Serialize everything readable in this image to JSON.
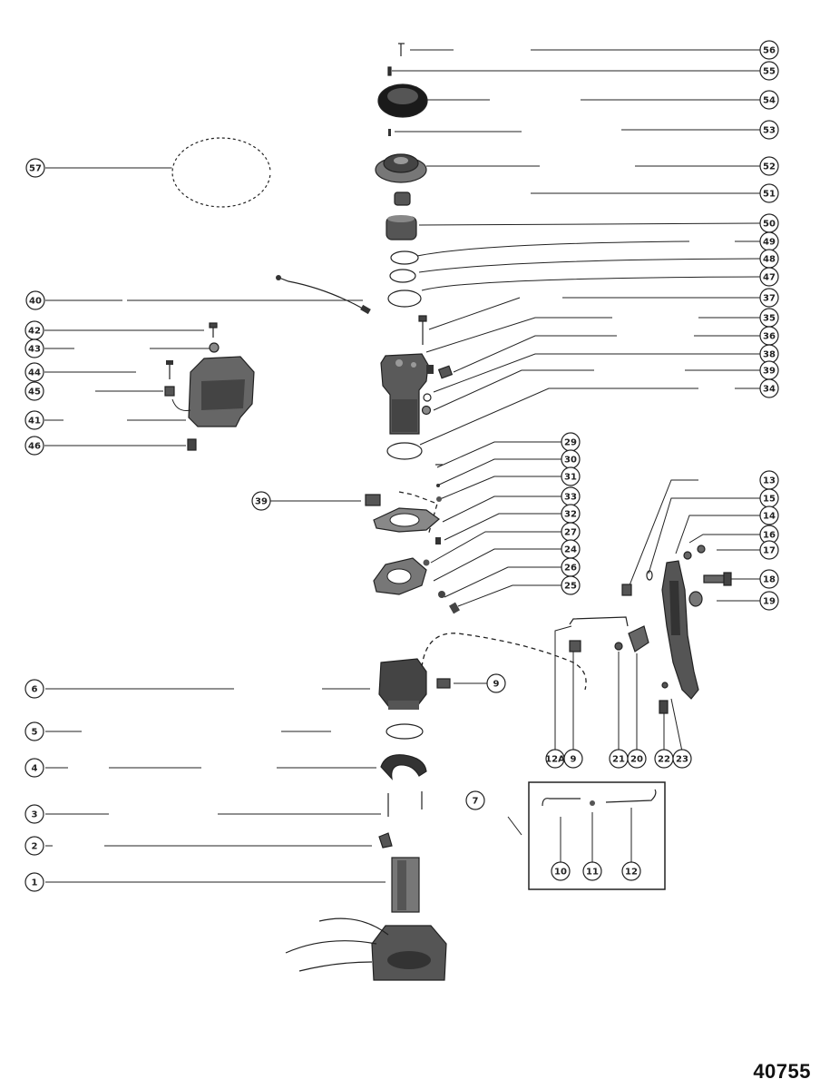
{
  "drawing_number": "40755",
  "callouts": [
    "56",
    "55",
    "54",
    "53",
    "52",
    "51",
    "50",
    "49",
    "48",
    "47",
    "37",
    "35",
    "36",
    "38",
    "39",
    "34",
    "57",
    "40",
    "42",
    "43",
    "44",
    "45",
    "41",
    "46",
    "29",
    "30",
    "31",
    "33",
    "32",
    "27",
    "24",
    "26",
    "25",
    "39",
    "13",
    "15",
    "14",
    "16",
    "17",
    "18",
    "19",
    "6",
    "9",
    "12A",
    "9",
    "21",
    "20",
    "22",
    "23",
    "5",
    "4",
    "7",
    "3",
    "2",
    "1",
    "10",
    "11",
    "12"
  ]
}
